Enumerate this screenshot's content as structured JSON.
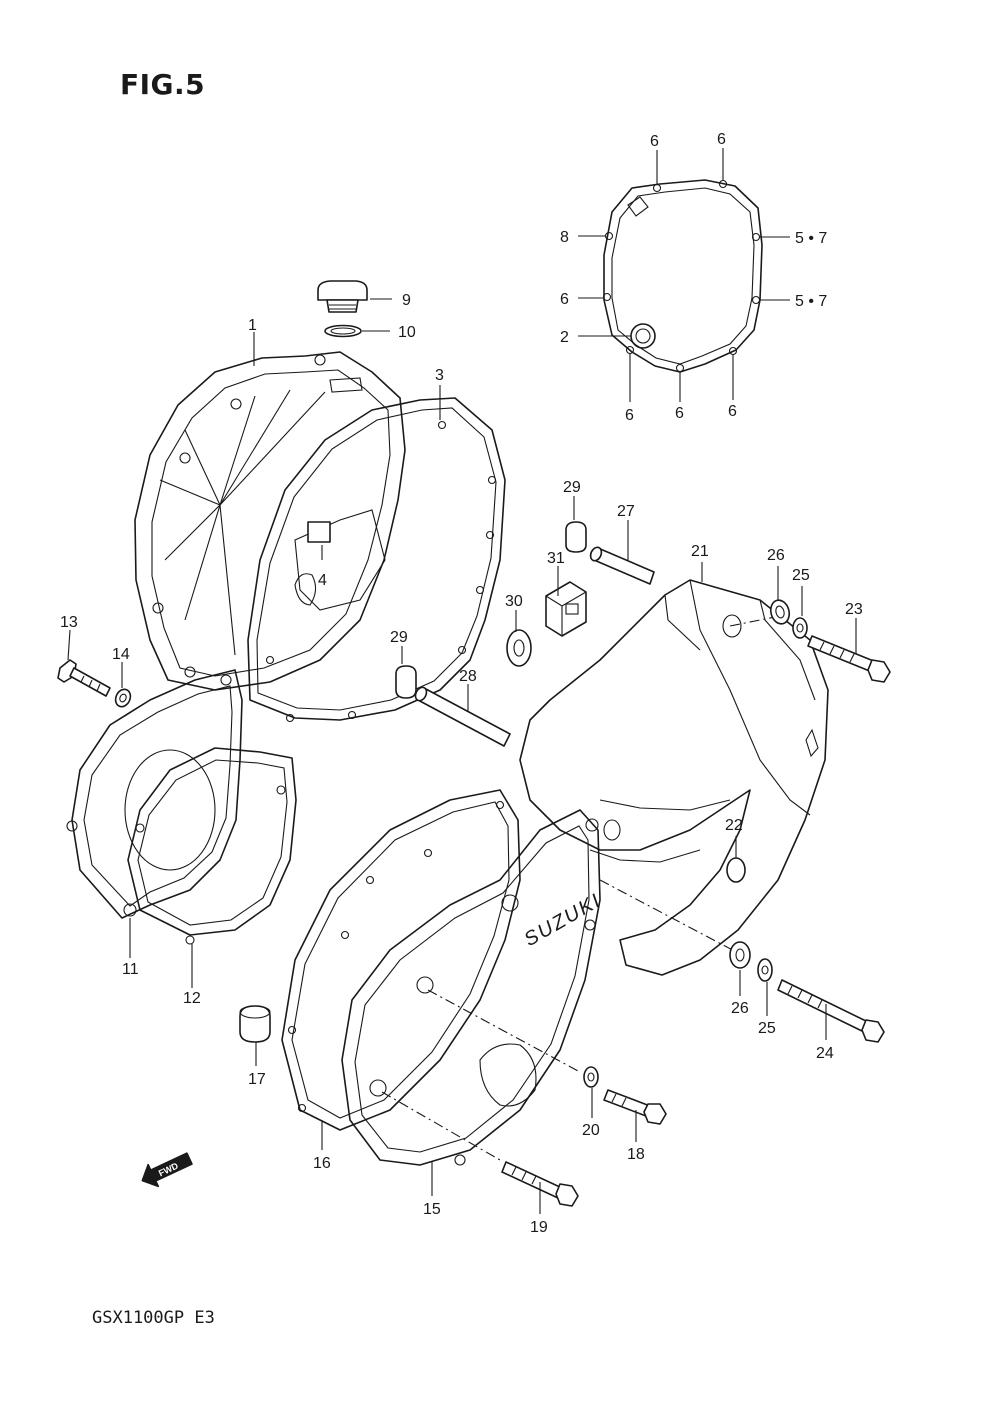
{
  "figure": {
    "title": "FIG.5",
    "model": "GSX1100GP  E3"
  },
  "fwd_logo": "FWD",
  "brand_logo": "SUZUKI",
  "callouts": [
    {
      "id": "c6a",
      "text": "6"
    },
    {
      "id": "c6b",
      "text": "6"
    },
    {
      "id": "c8",
      "text": "8"
    },
    {
      "id": "c57a",
      "text": "5 • 7"
    },
    {
      "id": "c6c",
      "text": "6"
    },
    {
      "id": "c57b",
      "text": "5 • 7"
    },
    {
      "id": "c2",
      "text": "2"
    },
    {
      "id": "c6d",
      "text": "6"
    },
    {
      "id": "c6e",
      "text": "6"
    },
    {
      "id": "c6f",
      "text": "6"
    },
    {
      "id": "c9",
      "text": "9"
    },
    {
      "id": "c10",
      "text": "10"
    },
    {
      "id": "c1",
      "text": "1"
    },
    {
      "id": "c3",
      "text": "3"
    },
    {
      "id": "c4",
      "text": "4"
    },
    {
      "id": "c29a",
      "text": "29"
    },
    {
      "id": "c27",
      "text": "27"
    },
    {
      "id": "c21",
      "text": "21"
    },
    {
      "id": "c26a",
      "text": "26"
    },
    {
      "id": "c25a",
      "text": "25"
    },
    {
      "id": "c23",
      "text": "23"
    },
    {
      "id": "c31",
      "text": "31"
    },
    {
      "id": "c30",
      "text": "30"
    },
    {
      "id": "c29b",
      "text": "29"
    },
    {
      "id": "c13",
      "text": "13"
    },
    {
      "id": "c14",
      "text": "14"
    },
    {
      "id": "c28",
      "text": "28"
    },
    {
      "id": "c22",
      "text": "22"
    },
    {
      "id": "c11",
      "text": "11"
    },
    {
      "id": "c12",
      "text": "12"
    },
    {
      "id": "c26b",
      "text": "26"
    },
    {
      "id": "c25b",
      "text": "25"
    },
    {
      "id": "c24",
      "text": "24"
    },
    {
      "id": "c17",
      "text": "17"
    },
    {
      "id": "c20",
      "text": "20"
    },
    {
      "id": "c18",
      "text": "18"
    },
    {
      "id": "c16",
      "text": "16"
    },
    {
      "id": "c15",
      "text": "15"
    },
    {
      "id": "c19",
      "text": "19"
    }
  ]
}
